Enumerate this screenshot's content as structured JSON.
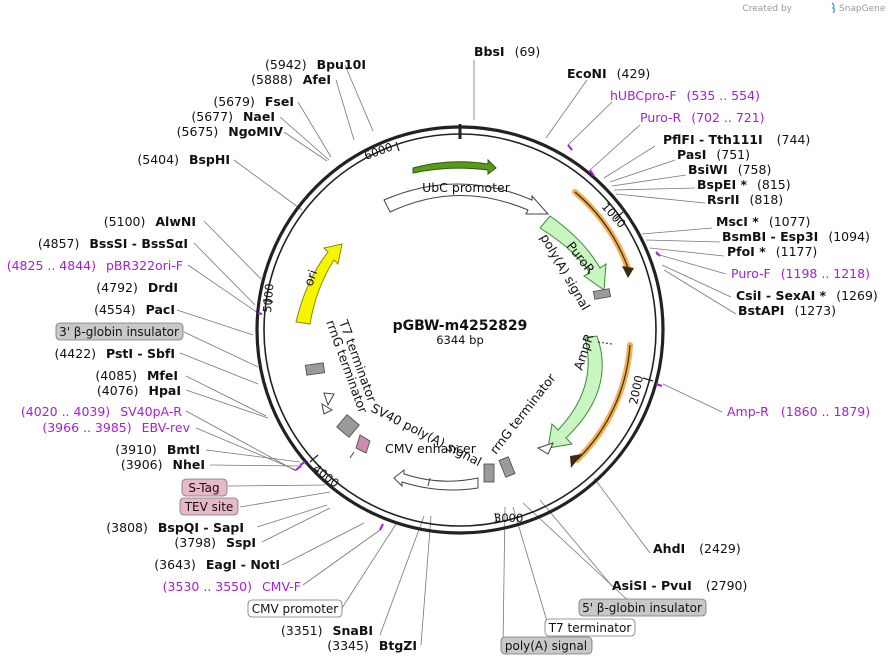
{
  "brand": {
    "created_by": "Created by",
    "name": "SnapGene"
  },
  "plasmid": {
    "name": "pGBW-m4252829",
    "size": "6344 bp"
  },
  "ticks": [
    {
      "label": "1000"
    },
    {
      "label": "2000"
    },
    {
      "label": "3000"
    },
    {
      "label": "4000"
    },
    {
      "label": "5000"
    },
    {
      "label": "6000"
    }
  ],
  "features": [
    {
      "name": "UbC promoter",
      "color": "#ffffff"
    },
    {
      "name": "PuroR",
      "color": "#c8f5c0"
    },
    {
      "name": "AmpR",
      "color": "#c8f5c0"
    },
    {
      "name": "ori",
      "color": "#f5f500"
    },
    {
      "name": "poly(A) signal"
    },
    {
      "name": "rrnG terminator"
    },
    {
      "name": "SV40 poly(A) signal"
    },
    {
      "name": "CMV enhancer"
    },
    {
      "name": "T7 terminator"
    },
    {
      "name": "rrnG terminator"
    }
  ],
  "sites_right": [
    {
      "enzyme": "BbsI",
      "pos": "(69)"
    },
    {
      "enzyme": "EcoNI",
      "pos": "(429)"
    },
    {
      "enzyme": "hUBCpro-F",
      "pos": "(535 .. 554)",
      "primer": true
    },
    {
      "enzyme": "Puro-R",
      "pos": "(702 .. 721)",
      "primer": true
    },
    {
      "enzyme": "PflFI - Tth111I",
      "pos": "(744)"
    },
    {
      "enzyme": "PasI",
      "pos": "(751)"
    },
    {
      "enzyme": "BsiWI",
      "pos": "(758)"
    },
    {
      "enzyme": "BspEI *",
      "pos": "(815)"
    },
    {
      "enzyme": "RsrII",
      "pos": "(818)"
    },
    {
      "enzyme": "MscI *",
      "pos": "(1077)"
    },
    {
      "enzyme": "BsmBI - Esp3I",
      "pos": "(1094)"
    },
    {
      "enzyme": "PfoI *",
      "pos": "(1177)"
    },
    {
      "enzyme": "Puro-F",
      "pos": "(1198 .. 1218)",
      "primer": true
    },
    {
      "enzyme": "CsiI - SexAI *",
      "pos": "(1269)"
    },
    {
      "enzyme": "BstAPI",
      "pos": "(1273)"
    },
    {
      "enzyme": "Amp-R",
      "pos": "(1860 .. 1879)",
      "primer": true
    },
    {
      "enzyme": "AhdI",
      "pos": "(2429)"
    },
    {
      "enzyme": "AsiSI - PvuI",
      "pos": "(2790)"
    },
    {
      "enzyme": "SnaBI",
      "pos": "(3351)"
    },
    {
      "enzyme": "BtgZI",
      "pos": "(3345)"
    }
  ],
  "sites_left": [
    {
      "enzyme": "Bpu10I",
      "pos": "(5942)"
    },
    {
      "enzyme": "AfeI",
      "pos": "(5888)"
    },
    {
      "enzyme": "FseI",
      "pos": "(5679)"
    },
    {
      "enzyme": "NaeI",
      "pos": "(5677)"
    },
    {
      "enzyme": "NgoMIV",
      "pos": "(5675)"
    },
    {
      "enzyme": "BspHI",
      "pos": "(5404)"
    },
    {
      "enzyme": "AlwNI",
      "pos": "(5100)"
    },
    {
      "enzyme": "BssSI - BssSαI",
      "pos": "(4857)"
    },
    {
      "enzyme": "pBR322ori-F",
      "pos": "(4825 .. 4844)",
      "primer": true
    },
    {
      "enzyme": "DrdI",
      "pos": "(4792)"
    },
    {
      "enzyme": "PacI",
      "pos": "(4554)"
    },
    {
      "enzyme": "PstI - SbfI",
      "pos": "(4422)"
    },
    {
      "enzyme": "MfeI",
      "pos": "(4085)"
    },
    {
      "enzyme": "HpaI",
      "pos": "(4076)"
    },
    {
      "enzyme": "SV40pA-R",
      "pos": "(4020 .. 4039)",
      "primer": true
    },
    {
      "enzyme": "EBV-rev",
      "pos": "(3966 .. 3985)",
      "primer": true
    },
    {
      "enzyme": "BmtI",
      "pos": "(3910)"
    },
    {
      "enzyme": "NheI",
      "pos": "(3906)"
    },
    {
      "enzyme": "BspQI - SapI",
      "pos": "(3808)"
    },
    {
      "enzyme": "SspI",
      "pos": "(3798)"
    },
    {
      "enzyme": "EagI - NotI",
      "pos": "(3643)"
    },
    {
      "enzyme": "CMV-F",
      "pos": "(3530 .. 3550)",
      "primer": true
    }
  ],
  "boxed_labels": [
    {
      "text": "3' β-globin insulator",
      "fill": "#c8c8c8"
    },
    {
      "text": "S-Tag",
      "fill": "#e8b8c8"
    },
    {
      "text": "TEV site",
      "fill": "#e8b8c8"
    },
    {
      "text": "CMV promoter",
      "fill": "#ffffff"
    },
    {
      "text": "5' β-globin insulator",
      "fill": "#c8c8c8"
    },
    {
      "text": "T7 terminator",
      "fill": "#ffffff"
    },
    {
      "text": "poly(A) signal",
      "fill": "#c8c8c8"
    }
  ],
  "colors": {
    "backbone": "#222222",
    "primer": "#a31fd8",
    "orf": "#f0a030"
  }
}
